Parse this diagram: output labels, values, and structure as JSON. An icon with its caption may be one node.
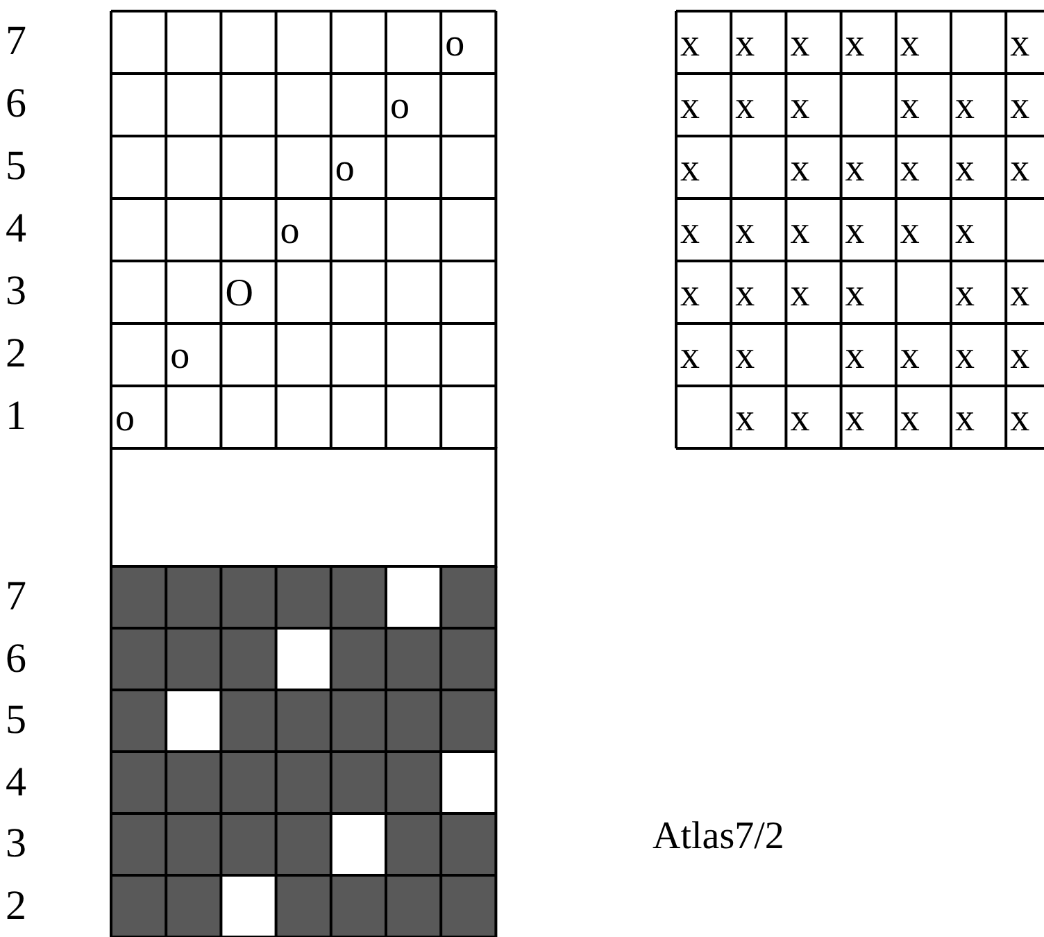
{
  "diagram": {
    "labels": [
      "7",
      "o",
      "x",
      "x",
      "x",
      "x",
      "x",
      "x",
      "6",
      "o",
      "x",
      "x",
      "x",
      "x",
      "x",
      "x",
      "5",
      "o",
      "x",
      "x",
      "x",
      "x",
      "x",
      "x",
      "4",
      "o",
      "x",
      "x",
      "x",
      "x",
      "x",
      "x",
      "3",
      "O",
      "x",
      "x",
      "x",
      "x",
      "x",
      "x",
      "2",
      "o",
      "x",
      "x",
      "x",
      "x",
      "x",
      "x",
      "1",
      "o",
      "x",
      "x",
      "x",
      "x",
      "x",
      "x",
      "7",
      "6",
      "5",
      "4",
      "3",
      "2",
      "Atlas7/2"
    ]
  }
}
